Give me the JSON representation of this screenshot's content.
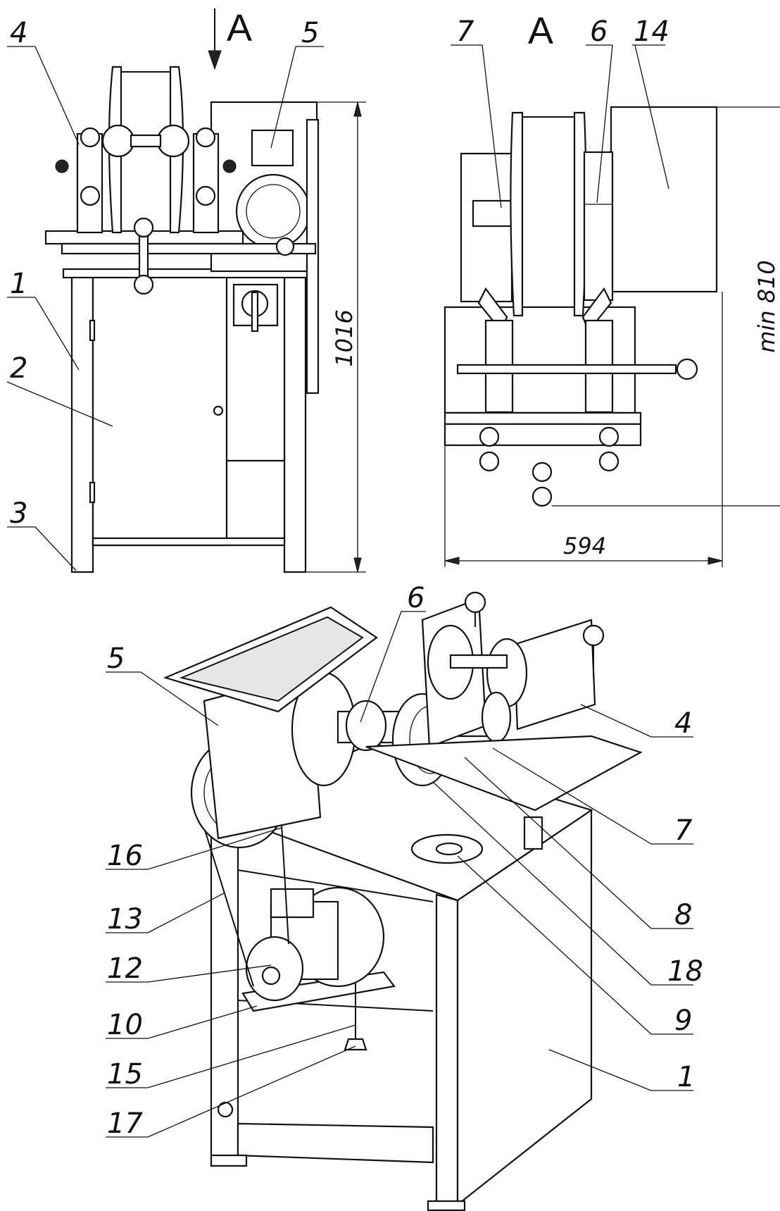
{
  "view_labels": {
    "arrow_view": "A",
    "side_view": "A"
  },
  "dimensions": {
    "height": "1016",
    "width": "594",
    "min_height": "min 810"
  },
  "front_view_callouts": [
    "4",
    "5",
    "1",
    "2",
    "3"
  ],
  "side_view_callouts": [
    "7",
    "6",
    "14"
  ],
  "iso_left_callouts": [
    "6",
    "5",
    "16",
    "13",
    "12",
    "10",
    "15",
    "17"
  ],
  "iso_right_callouts": [
    "4",
    "7",
    "8",
    "18",
    "9",
    "1"
  ]
}
